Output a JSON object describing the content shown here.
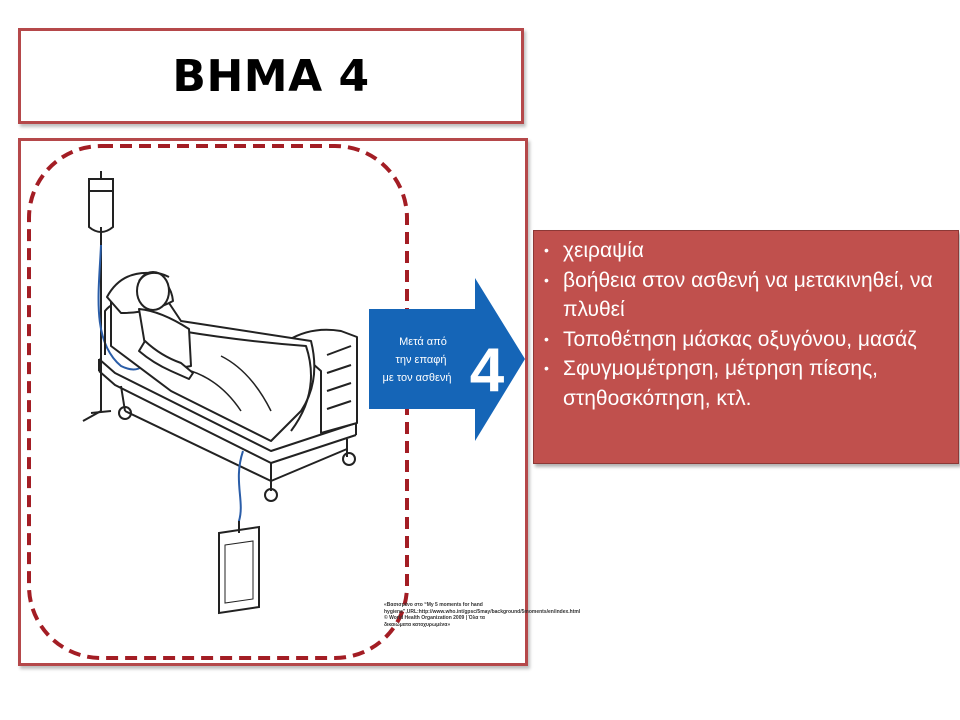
{
  "slide": {
    "title": "ΒΗΜΑ 4"
  },
  "arrow": {
    "line1": "Μετά από",
    "line2": "την επαφή",
    "line3": "με τον ασθενή",
    "number": "4"
  },
  "caption": {
    "text": "«Βασισμένο στο “My 5 moments for hand hygiene”,URL:http://www.who.int/gpsc/5may/background/5moments/en/index.html © World Health Organization 2009 | Όλα τα δικαιώματα κατοχυρωμένα»"
  },
  "info": {
    "items": [
      {
        "text": "χειραψία"
      },
      {
        "text": "βοήθεια στον ασθενή να μετακινηθεί, να πλυθεί"
      },
      {
        "text": "Τοποθέτηση μάσκας οξυγόνου, μασάζ"
      },
      {
        "text": "Σφυγμομέτρηση, μέτρηση πίεσης, στηθοσκόπηση, κτλ."
      }
    ]
  },
  "colors": {
    "frame_border": "#b5484a",
    "dashed_border": "#a31d24",
    "arrow_blue": "#1565b7",
    "info_background": "#c0504d",
    "tube_blue": "#2a5da8"
  }
}
